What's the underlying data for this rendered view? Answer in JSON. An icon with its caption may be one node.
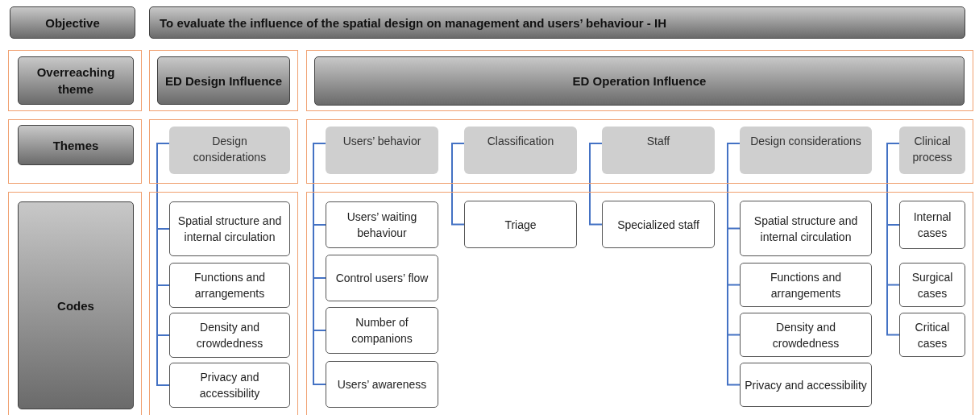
{
  "diagram": {
    "nodes": [
      {
        "text": [
          "Objective"
        ]
      },
      {
        "text": [
          "To evaluate the influence of the spatial design on management and users’ behaviour - IH"
        ]
      },
      {
        "text": [],
        "shape": "box"
      },
      {
        "text": [
          "Overreaching theme"
        ],
        "in": 2
      },
      {
        "text": [],
        "shape": "box"
      },
      {
        "text": [
          "ED Design Influence"
        ],
        "in": 4
      },
      {
        "text": [],
        "shape": "box"
      },
      {
        "text": [
          "ED Operation Influence"
        ],
        "in": 6
      },
      {
        "text": [],
        "shape": "box"
      },
      {
        "text": [
          "Themes"
        ],
        "in": 8
      },
      {
        "text": [],
        "shape": "box"
      },
      {
        "text": [
          "Design considerations"
        ],
        "in": 10
      },
      {
        "text": [],
        "shape": "box"
      },
      {
        "text": [
          "Users’ behavior"
        ],
        "in": 12
      },
      {
        "text": [
          "Classification"
        ],
        "in": 12
      },
      {
        "text": [
          "Staff"
        ],
        "in": 12
      },
      {
        "text": [
          "Design considerations"
        ],
        "in": 12
      },
      {
        "text": [
          "Clinical process"
        ],
        "in": 12
      },
      {
        "text": [],
        "shape": "box"
      },
      {
        "text": [
          "Codes"
        ],
        "in": 18
      },
      {
        "text": [],
        "shape": "box"
      },
      {
        "text": [
          "Spatial structure and internal circulation"
        ],
        "in": 20
      },
      {
        "text": [
          "Functions and arrangements"
        ],
        "in": 20
      },
      {
        "text": [
          "Density and crowdedness"
        ],
        "in": 20
      },
      {
        "text": [
          "Privacy and accessibility"
        ],
        "in": 20
      },
      {
        "text": [],
        "shape": "box"
      },
      {
        "text": [
          "Users’ waiting behaviour"
        ],
        "in": 25
      },
      {
        "text": [
          "Control users’ flow"
        ],
        "in": 25
      },
      {
        "text": [
          "Number of companions"
        ],
        "in": 25
      },
      {
        "text": [
          "Users’ awareness"
        ],
        "in": 25
      },
      {
        "text": [
          "Triage"
        ],
        "in": 25
      },
      {
        "text": [
          "Specialized staff"
        ],
        "in": 25
      },
      {
        "text": [
          "Spatial structure and internal circulation"
        ],
        "in": 25
      },
      {
        "text": [
          "Functions and arrangements"
        ],
        "in": 25
      },
      {
        "text": [
          "Density and crowdedness"
        ],
        "in": 25
      },
      {
        "text": [
          "Privacy and accessibility"
        ],
        "in": 25
      },
      {
        "text": [
          "Internal cases"
        ],
        "in": 25
      },
      {
        "text": [
          "Surgical cases"
        ],
        "in": 25
      },
      {
        "text": [
          "Critical cases"
        ],
        "in": 25
      }
    ],
    "edges": [
      {
        "from": 11,
        "to": 21,
        "arrow": "none"
      },
      {
        "from": 11,
        "to": 22,
        "arrow": "none"
      },
      {
        "from": 11,
        "to": 23,
        "arrow": "none"
      },
      {
        "from": 11,
        "to": 24,
        "arrow": "none"
      },
      {
        "from": 13,
        "to": 26,
        "arrow": "none"
      },
      {
        "from": 13,
        "to": 27,
        "arrow": "none"
      },
      {
        "from": 13,
        "to": 28,
        "arrow": "none"
      },
      {
        "from": 13,
        "to": 29,
        "arrow": "none"
      },
      {
        "from": 14,
        "to": 30,
        "arrow": "none"
      },
      {
        "from": 15,
        "to": 31,
        "arrow": "none"
      },
      {
        "from": 16,
        "to": 32,
        "arrow": "none"
      },
      {
        "from": 16,
        "to": 33,
        "arrow": "none"
      },
      {
        "from": 16,
        "to": 34,
        "arrow": "none"
      },
      {
        "from": 16,
        "to": 35,
        "arrow": "none"
      },
      {
        "from": 17,
        "to": 36,
        "arrow": "none"
      },
      {
        "from": 17,
        "to": 37,
        "arrow": "none"
      },
      {
        "from": 17,
        "to": 38,
        "arrow": "none"
      }
    ]
  }
}
